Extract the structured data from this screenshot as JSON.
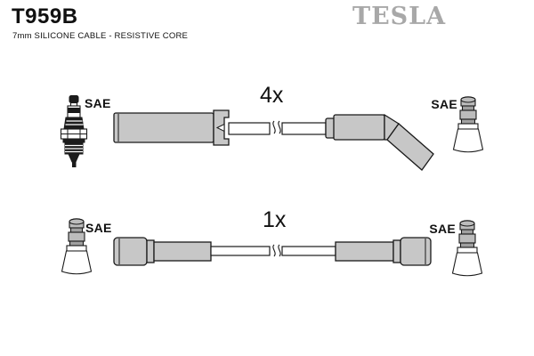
{
  "header": {
    "part_number": "T959B",
    "subtitle": "7mm SILICONE CABLE - RESISTIVE CORE",
    "brand": "TESLA"
  },
  "colors": {
    "background": "#ffffff",
    "outline": "#1a1a1a",
    "boot_gray": "#c7c7c7",
    "connector_gray": "#bcbcbc",
    "connector_dark_gray": "#a0a0a0",
    "logo_gray": "#a8a8a8",
    "text": "#111111"
  },
  "rows": [
    {
      "quantity_label": "4x",
      "left_end": {
        "label": "SAE",
        "icon": "spark-plug-icon"
      },
      "right_end": {
        "label": "SAE",
        "icon": "coil-connector-icon"
      },
      "cable_icon": "straight-boot-to-angled-boot-cable"
    },
    {
      "quantity_label": "1x",
      "left_end": {
        "label": "SAE",
        "icon": "coil-connector-icon"
      },
      "right_end": {
        "label": "SAE",
        "icon": "coil-connector-icon"
      },
      "cable_icon": "straight-boot-both-ends-cable"
    }
  ]
}
